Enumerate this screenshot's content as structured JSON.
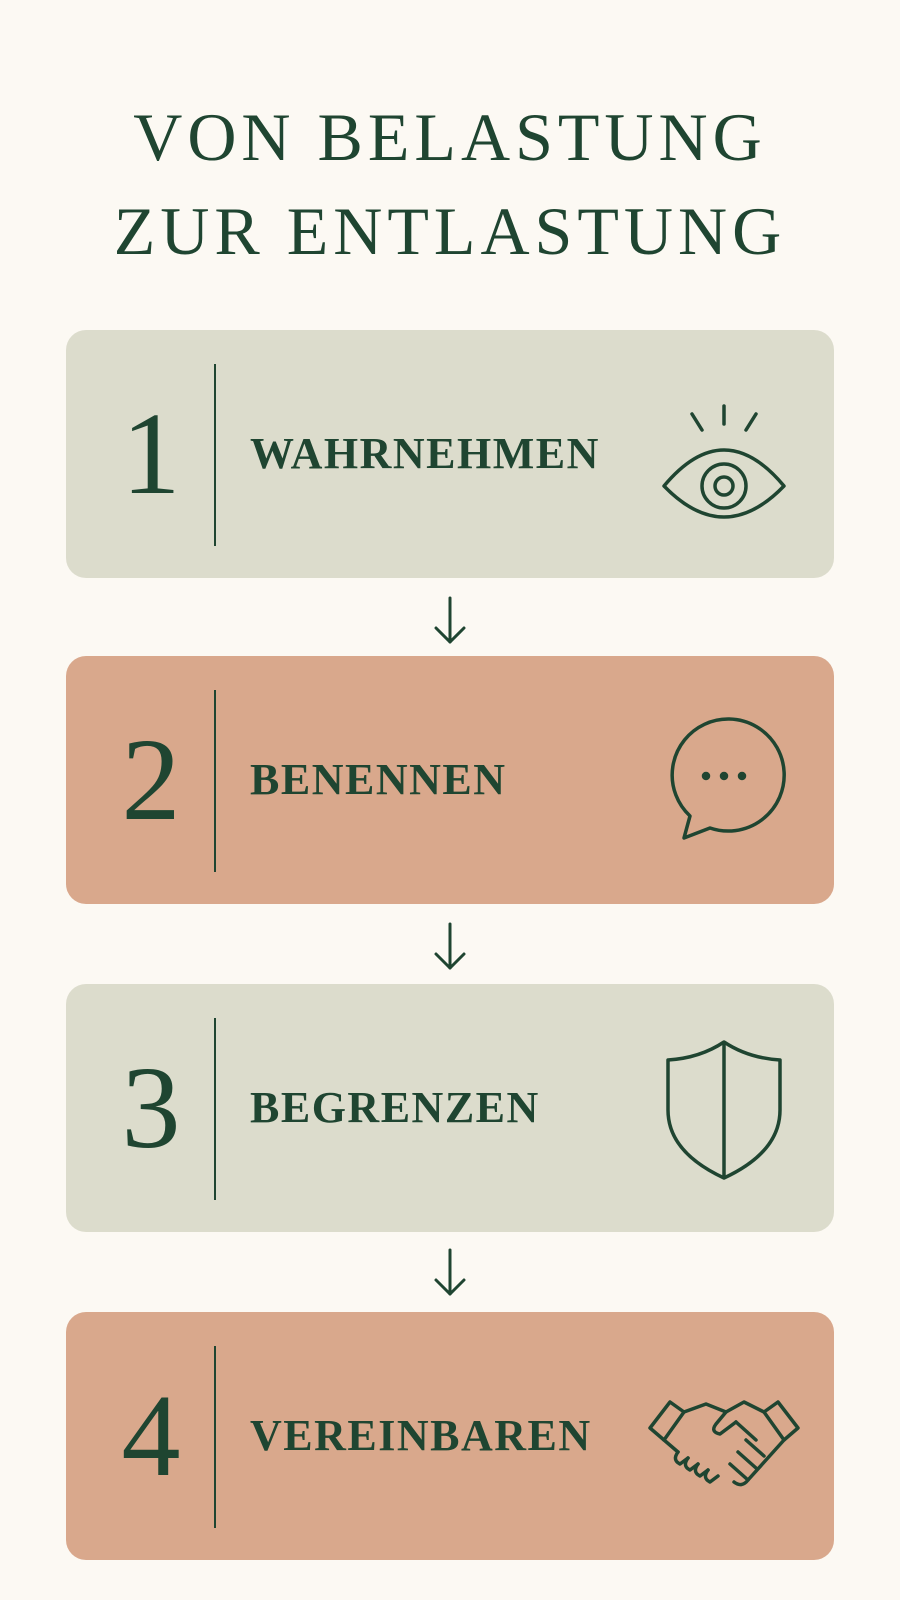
{
  "title": {
    "line1": "VON BELASTUNG",
    "line2": "ZUR ENTLASTUNG"
  },
  "steps": [
    {
      "number": "1",
      "label": "WAHRNEHMEN",
      "icon": "eye-icon",
      "color": "#dcdccc"
    },
    {
      "number": "2",
      "label": "BENENNEN",
      "icon": "speech-bubble-icon",
      "color": "#d9a88c"
    },
    {
      "number": "3",
      "label": "BEGRENZEN",
      "icon": "shield-icon",
      "color": "#dcdccc"
    },
    {
      "number": "4",
      "label": "VEREINBAREN",
      "icon": "handshake-icon",
      "color": "#d9a88c"
    }
  ],
  "colors": {
    "background": "#fcf9f3",
    "text": "#1f4531",
    "green_card": "#dcdccc",
    "peach_card": "#d9a88c"
  }
}
